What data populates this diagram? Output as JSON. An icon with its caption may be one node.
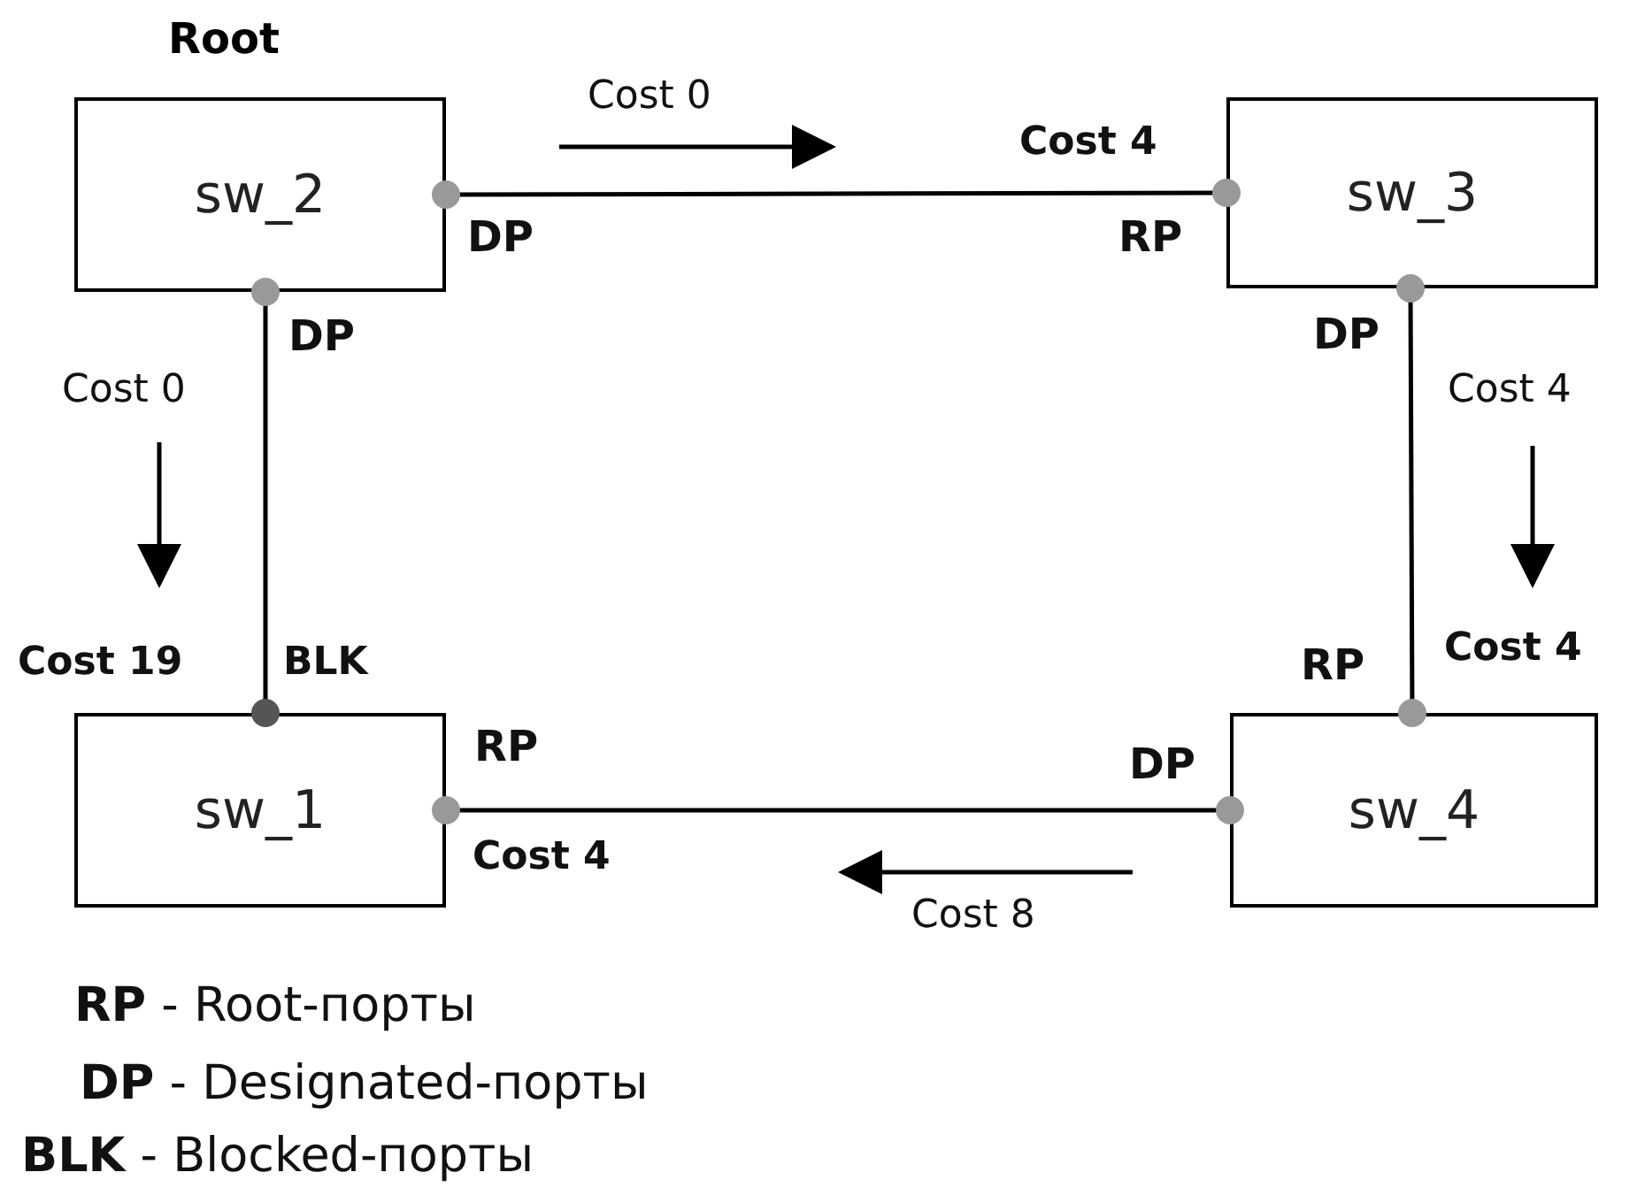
{
  "diagram": {
    "nodes": [
      {
        "text": [
          "sw_2"
        ],
        "beside": [
          "Root"
        ]
      },
      {
        "text": [
          "sw_3"
        ]
      },
      {
        "text": [
          "sw_1"
        ]
      },
      {
        "text": [
          "sw_4"
        ]
      }
    ],
    "edges": [
      {
        "from": 0,
        "to": 1,
        "arrow": "none"
      },
      {
        "from": 0,
        "to": 2,
        "arrow": "none"
      },
      {
        "from": 1,
        "to": 3,
        "arrow": "none"
      },
      {
        "from": 3,
        "to": 2,
        "arrow": "none"
      }
    ],
    "labels": [
      "Cost 0",
      "Cost 4",
      "DP",
      "RP",
      "DP",
      "DP",
      "Cost 0",
      "Cost 4",
      "Cost 19",
      "BLK",
      "RP",
      "Cost 4",
      "RP",
      "DP",
      "Cost 4",
      "Cost 8",
      "**RP** - Root-порты",
      "**DP** - Designated-порты",
      "**BLK** - Blocked-порты"
    ]
  }
}
